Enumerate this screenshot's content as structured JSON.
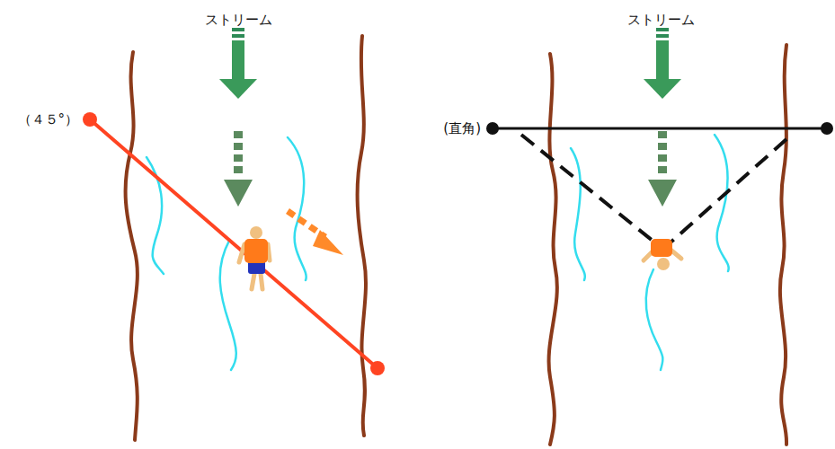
{
  "diagram": {
    "labels": [
      "ストリーム",
      "ストリーム",
      "（４５°）",
      "(直角)"
    ]
  }
}
